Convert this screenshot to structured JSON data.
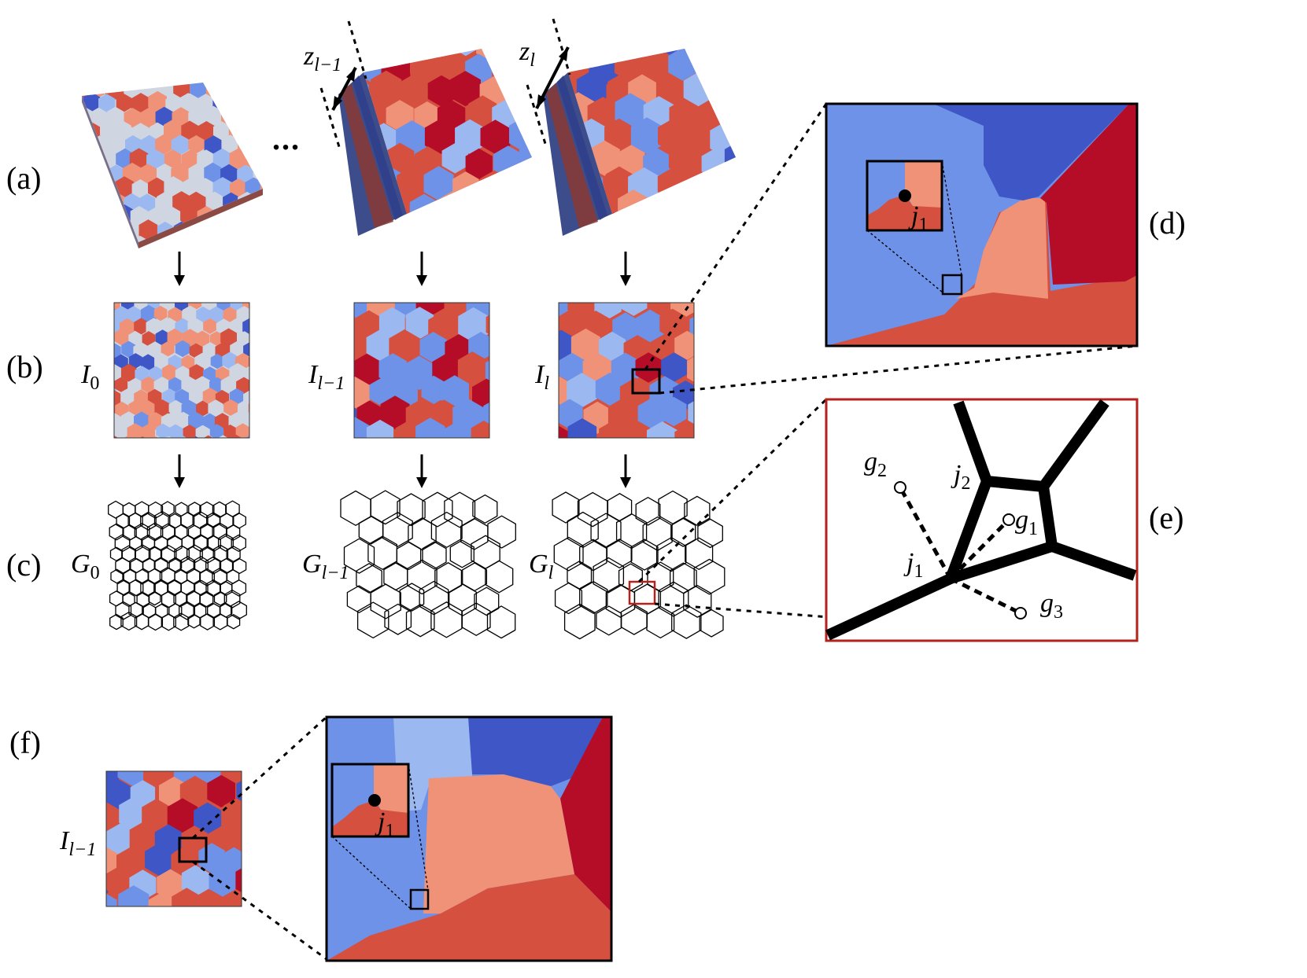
{
  "panels": {
    "a": "(a)",
    "b": "(b)",
    "c": "(c)",
    "d": "(d)",
    "e": "(e)",
    "f": "(f)"
  },
  "ellipsis": "...",
  "thickness_labels": {
    "z_prev": {
      "base": "z",
      "sub": "l−1"
    },
    "z_curr": {
      "base": "z",
      "sub": "l"
    }
  },
  "image_labels": {
    "I0": {
      "base": "I",
      "sub": "0"
    },
    "Iprev": {
      "base": "I",
      "sub": "l−1"
    },
    "Icurr": {
      "base": "I",
      "sub": "l"
    },
    "If": {
      "base": "I",
      "sub": "l−1"
    }
  },
  "graph_labels": {
    "G0": {
      "base": "G",
      "sub": "0"
    },
    "Gprev": {
      "base": "G",
      "sub": "l−1"
    },
    "Gcurr": {
      "base": "G",
      "sub": "l"
    }
  },
  "junction_labels": {
    "j1": {
      "base": "j",
      "sub": "1"
    },
    "j2": {
      "base": "j",
      "sub": "2"
    }
  },
  "grain_labels": {
    "g1": {
      "base": "g",
      "sub": "1"
    },
    "g2": {
      "base": "g",
      "sub": "2"
    },
    "g3": {
      "base": "g",
      "sub": "3"
    }
  },
  "colors": {
    "dark_red": "#b50d27",
    "red": "#d5503f",
    "salmon": "#ef9278",
    "light_gray": "#cfd6e2",
    "light_blue": "#9bb9f0",
    "blue": "#6d92e8",
    "dark_blue": "#3f56c6",
    "highlight_red": "#b5221c"
  }
}
